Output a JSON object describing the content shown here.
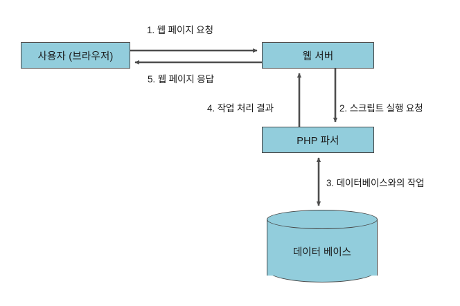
{
  "diagram": {
    "title": "PHP web request processing flow",
    "colors": {
      "node_fill": "#92CDDC",
      "node_border": "#454545",
      "arrow": "#4d4d4d",
      "text": "#1a1a1a",
      "background": "#ffffff"
    },
    "nodes": [
      {
        "id": "user",
        "label": "사용자 (브라우저)",
        "shape": "rectangle"
      },
      {
        "id": "server",
        "label": "웹 서버",
        "shape": "rectangle"
      },
      {
        "id": "php",
        "label": "PHP 파서",
        "shape": "rectangle"
      },
      {
        "id": "database",
        "label": "데이터 베이스",
        "shape": "cylinder"
      }
    ],
    "edges": [
      {
        "id": "e1",
        "step": "1",
        "label": "1. 웹 페이지 요청",
        "from": "user",
        "to": "server",
        "direction": "forward"
      },
      {
        "id": "e5",
        "step": "5",
        "label": "5. 웹 페이지 응답",
        "from": "server",
        "to": "user",
        "direction": "forward"
      },
      {
        "id": "e4",
        "step": "4",
        "label": "4. 작업 처리 결과",
        "from": "php",
        "to": "server",
        "direction": "forward"
      },
      {
        "id": "e2",
        "step": "2",
        "label": "2. 스크립트 실행 요청",
        "from": "server",
        "to": "php",
        "direction": "forward"
      },
      {
        "id": "e3",
        "step": "3",
        "label": "3. 데이터베이스와의 작업",
        "from": "php",
        "to": "database",
        "direction": "both"
      }
    ]
  }
}
